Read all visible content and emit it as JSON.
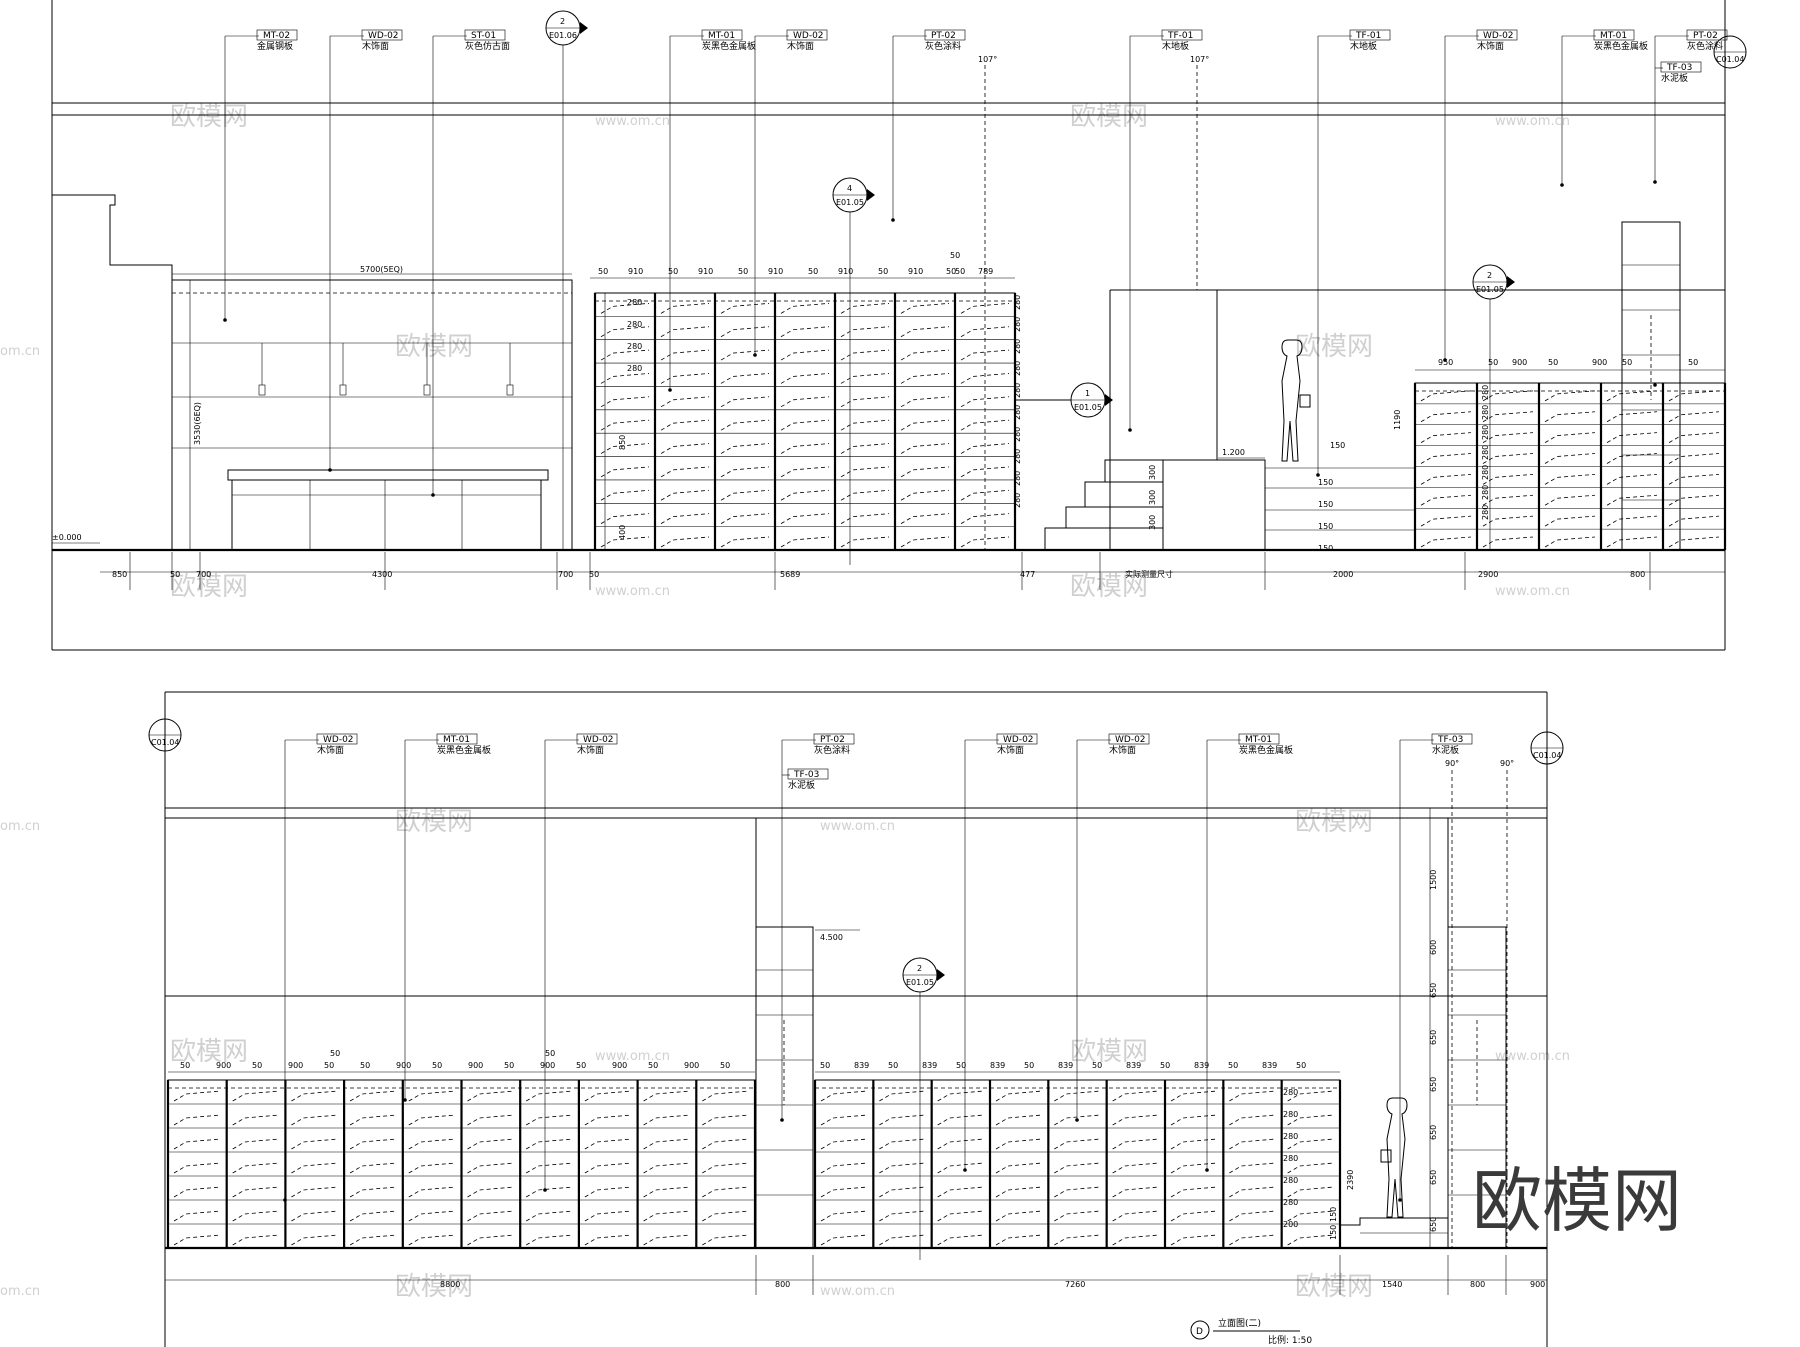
{
  "tags_top": [
    {
      "code": "MT-02",
      "name": "金属钢板"
    },
    {
      "code": "WD-02",
      "name": "木饰面"
    },
    {
      "code": "ST-01",
      "name": "灰色仿古面"
    },
    {
      "code": "MT-01",
      "name": "炭黑色金属板"
    },
    {
      "code": "WD-02",
      "name": "木饰面"
    },
    {
      "code": "PT-02",
      "name": "灰色涂料"
    },
    {
      "code": "TF-01",
      "name": "木地板"
    },
    {
      "code": "TF-01",
      "name": "木地板"
    },
    {
      "code": "WD-02",
      "name": "木饰面"
    },
    {
      "code": "MT-01",
      "name": "炭黑色金属板"
    },
    {
      "code": "PT-02",
      "name": "灰色涂料"
    },
    {
      "code": "TF-03",
      "name": "水泥板"
    }
  ],
  "tags_bottom": [
    {
      "code": "WD-02",
      "name": "木饰面"
    },
    {
      "code": "MT-01",
      "name": "炭黑色金属板"
    },
    {
      "code": "WD-02",
      "name": "木饰面"
    },
    {
      "code": "PT-02",
      "name": "灰色涂料"
    },
    {
      "code": "TF-03",
      "name": "水泥板"
    },
    {
      "code": "WD-02",
      "name": "木饰面"
    },
    {
      "code": "WD-02",
      "name": "木饰面"
    },
    {
      "code": "MT-01",
      "name": "炭黑色金属板"
    },
    {
      "code": "TF-03",
      "name": "水泥板"
    }
  ],
  "section_marks": [
    {
      "num": "2",
      "ref": "E01.06"
    },
    {
      "num": "4",
      "ref": "E01.05"
    },
    {
      "num": "1",
      "ref": "E01.05"
    },
    {
      "num": "2",
      "ref": "E01.05"
    },
    {
      "num": "2",
      "ref": "E01.05"
    },
    {
      "num": "C01.04"
    },
    {
      "num": "C01.04"
    },
    {
      "num": "C01.04"
    }
  ],
  "angles": {
    "a1": "107°",
    "a2": "107°",
    "a3": "90°",
    "a4": "90°"
  },
  "dims_top_row": [
    "850",
    "50",
    "700",
    "4300",
    "700",
    "50",
    "5689",
    "477",
    "实际测量尺寸",
    "2000",
    "2900",
    "800"
  ],
  "dims_top_shelf": [
    "50",
    "910",
    "50",
    "910",
    "50",
    "910",
    "50",
    "910",
    "50",
    "910",
    "50",
    "50",
    "789"
  ],
  "dims_misc": {
    "overall": "5700(5EQ)",
    "height": "3530(6EQ)",
    "level0": "±0.000",
    "level1": "1.200",
    "level2": "4.500",
    "shelf_rows": [
      "280",
      "280",
      "280",
      "280"
    ],
    "shelf_h": "850",
    "shelf_h2": "400",
    "stair": [
      "300",
      "300",
      "300"
    ],
    "stair2": [
      "150",
      "150",
      "150",
      "150"
    ],
    "step150": "150",
    "right_h": "1190",
    "right_shelf": [
      "950",
      "50",
      "900",
      "50",
      "900",
      "50",
      "50"
    ],
    "bottom_shelf_a": [
      "50",
      "900",
      "50",
      "900",
      "50",
      "50",
      "900",
      "50",
      "900",
      "50",
      "900",
      "50",
      "900",
      "50",
      "900",
      "50"
    ],
    "bottom_shelf_b": [
      "50",
      "839",
      "50",
      "839",
      "50",
      "839",
      "50",
      "839",
      "50",
      "839",
      "50",
      "839",
      "50",
      "839",
      "50"
    ],
    "bottom_row": [
      "8800",
      "800",
      "7260",
      "1540",
      "800",
      "900"
    ],
    "right_col": [
      "1500",
      "600",
      "650",
      "650",
      "650",
      "650",
      "650",
      "650"
    ],
    "shelf_total": "2390",
    "small": [
      "280",
      "280",
      "280",
      "280",
      "280",
      "280",
      "200"
    ],
    "steps_b": [
      "150",
      "150"
    ]
  },
  "title": {
    "letter": "D",
    "text": "立面图(二)",
    "scale": "比例: 1:50"
  },
  "watermark": {
    "small": "欧模网",
    "url": "www.om.cn",
    "big": "欧模网",
    "url_left": "om.cn"
  }
}
